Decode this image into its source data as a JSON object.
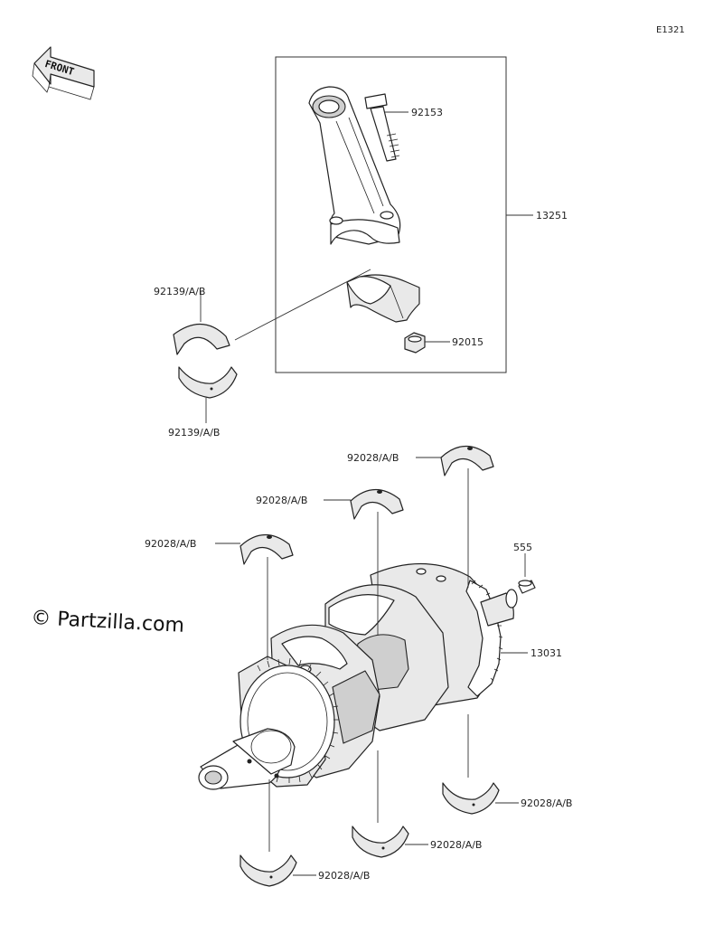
{
  "diagram_code": "E1321",
  "front_label": "FRONT",
  "watermark": "© Partzilla.com",
  "callouts": {
    "bolt": "92153",
    "con_rod_assy": "13251",
    "rod_bearing_upper": "92139/A/B",
    "rod_bearing_lower": "92139/A/B",
    "nut": "92015",
    "main_bearing_top_right": "92028/A/B",
    "main_bearing_top_mid": "92028/A/B",
    "main_bearing_top_left": "92028/A/B",
    "pin": "555",
    "crankshaft": "13031",
    "main_bearing_bottom_right": "92028/A/B",
    "main_bearing_bottom_mid": "92028/A/B",
    "main_bearing_bottom_left": "92028/A/B"
  }
}
